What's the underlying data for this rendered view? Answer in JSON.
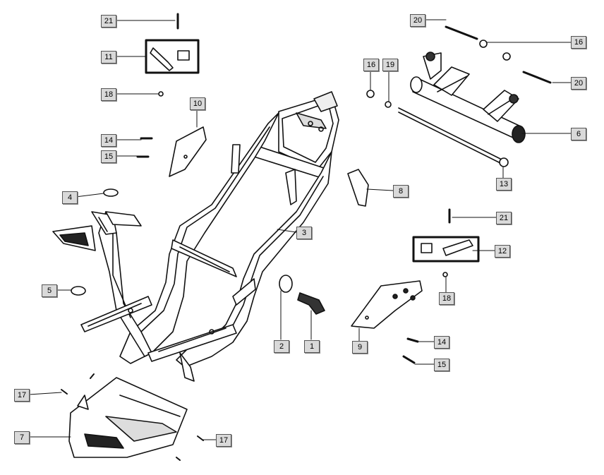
{
  "diagram": {
    "parts": [
      {
        "id": "frame",
        "callout": "3"
      },
      {
        "id": "swing-arm-assembly",
        "callout": "6"
      },
      {
        "id": "under-cover",
        "callout": "7"
      },
      {
        "id": "bracket-8",
        "callout": "8"
      },
      {
        "id": "footrest-plate",
        "callout": "9"
      },
      {
        "id": "bracket-10",
        "callout": "10"
      },
      {
        "id": "footrest-kit-left",
        "callout": "11"
      },
      {
        "id": "footrest-kit-right",
        "callout": "12"
      },
      {
        "id": "pivot-shaft",
        "callout": "13"
      },
      {
        "id": "rubber-plug",
        "callout": "4"
      },
      {
        "id": "grommet",
        "callout": "5"
      },
      {
        "id": "hose-clamp",
        "callout": "2"
      },
      {
        "id": "intake-hose",
        "callout": "1"
      },
      {
        "id": "nut",
        "callout": "16"
      },
      {
        "id": "washer",
        "callout": "19"
      },
      {
        "id": "long-bolt",
        "callout": "20"
      },
      {
        "id": "bolt-14",
        "callout": "14"
      },
      {
        "id": "bolt-15",
        "callout": "15"
      },
      {
        "id": "screw-17",
        "callout": "17"
      },
      {
        "id": "clip-18",
        "callout": "18"
      },
      {
        "id": "screw-21",
        "callout": "21"
      }
    ],
    "callouts": [
      {
        "label": "21"
      },
      {
        "label": "11"
      },
      {
        "label": "18"
      },
      {
        "label": "10"
      },
      {
        "label": "14"
      },
      {
        "label": "15"
      },
      {
        "label": "4"
      },
      {
        "label": "5"
      },
      {
        "label": "3"
      },
      {
        "label": "2"
      },
      {
        "label": "1"
      },
      {
        "label": "8"
      },
      {
        "label": "16"
      },
      {
        "label": "19"
      },
      {
        "label": "20"
      },
      {
        "label": "16"
      },
      {
        "label": "20"
      },
      {
        "label": "6"
      },
      {
        "label": "13"
      },
      {
        "label": "21"
      },
      {
        "label": "12"
      },
      {
        "label": "18"
      },
      {
        "label": "9"
      },
      {
        "label": "14"
      },
      {
        "label": "15"
      },
      {
        "label": "17"
      },
      {
        "label": "7"
      },
      {
        "label": "17"
      }
    ]
  }
}
